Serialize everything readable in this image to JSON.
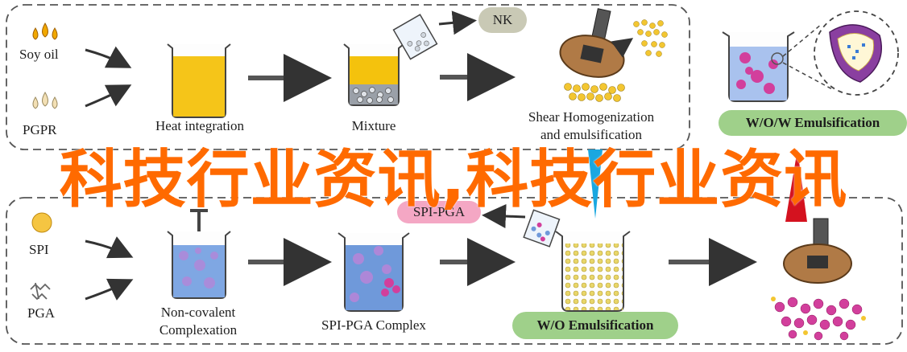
{
  "top_row": {
    "inputs": [
      "Soy oil",
      "PGPR"
    ],
    "steps": [
      "Heat integration",
      "Mixture"
    ],
    "homogenization": [
      "Shear Homogenization",
      "and emulsification"
    ],
    "tag": "NK",
    "result": "W/O/W Emulsification"
  },
  "bottom_row": {
    "inputs": [
      "SPI",
      "PGA"
    ],
    "steps": [
      "Non-covalent",
      "Complexation",
      "SPI-PGA Complex"
    ],
    "tag": "SPI-PGA",
    "result": "W/O Emulsification"
  },
  "banner": "科技行业资讯,科技行业资讯",
  "colors": {
    "oil": "#f4c20d",
    "pink": "#d23f9c",
    "blue_liquid": "#7fa7e3",
    "green_pill": "#9fd08a",
    "red_arrow": "#d4121f",
    "blue_arrow": "#1aa7e0",
    "banner": "#ff6a00"
  }
}
